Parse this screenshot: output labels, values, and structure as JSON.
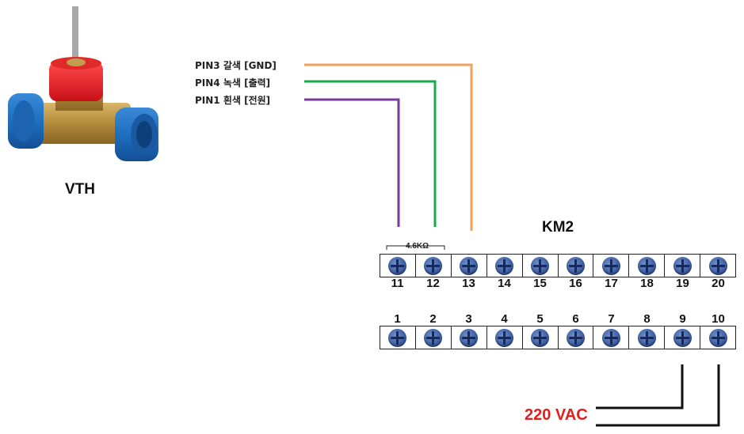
{
  "sensor": {
    "name": "VTH"
  },
  "pins": [
    {
      "label": "PIN3 갈색 [GND]",
      "color": "#f0a05a"
    },
    {
      "label": "PIN4 녹색 [출력]",
      "color": "#1aaa4a"
    },
    {
      "label": "PIN1 흰색 [전원]",
      "color": "#7a3a9a"
    }
  ],
  "terminal_block": {
    "name": "KM2",
    "top_row": [
      "11",
      "12",
      "13",
      "14",
      "15",
      "16",
      "17",
      "18",
      "19",
      "20"
    ],
    "bottom_row": [
      "1",
      "2",
      "3",
      "4",
      "5",
      "6",
      "7",
      "8",
      "9",
      "10"
    ],
    "resistor": "4.6KΩ"
  },
  "power": {
    "label": "220 VAC"
  },
  "colors": {
    "wire_black": "#111111",
    "screw": "#34559a",
    "vac_text": "#e0201e"
  }
}
